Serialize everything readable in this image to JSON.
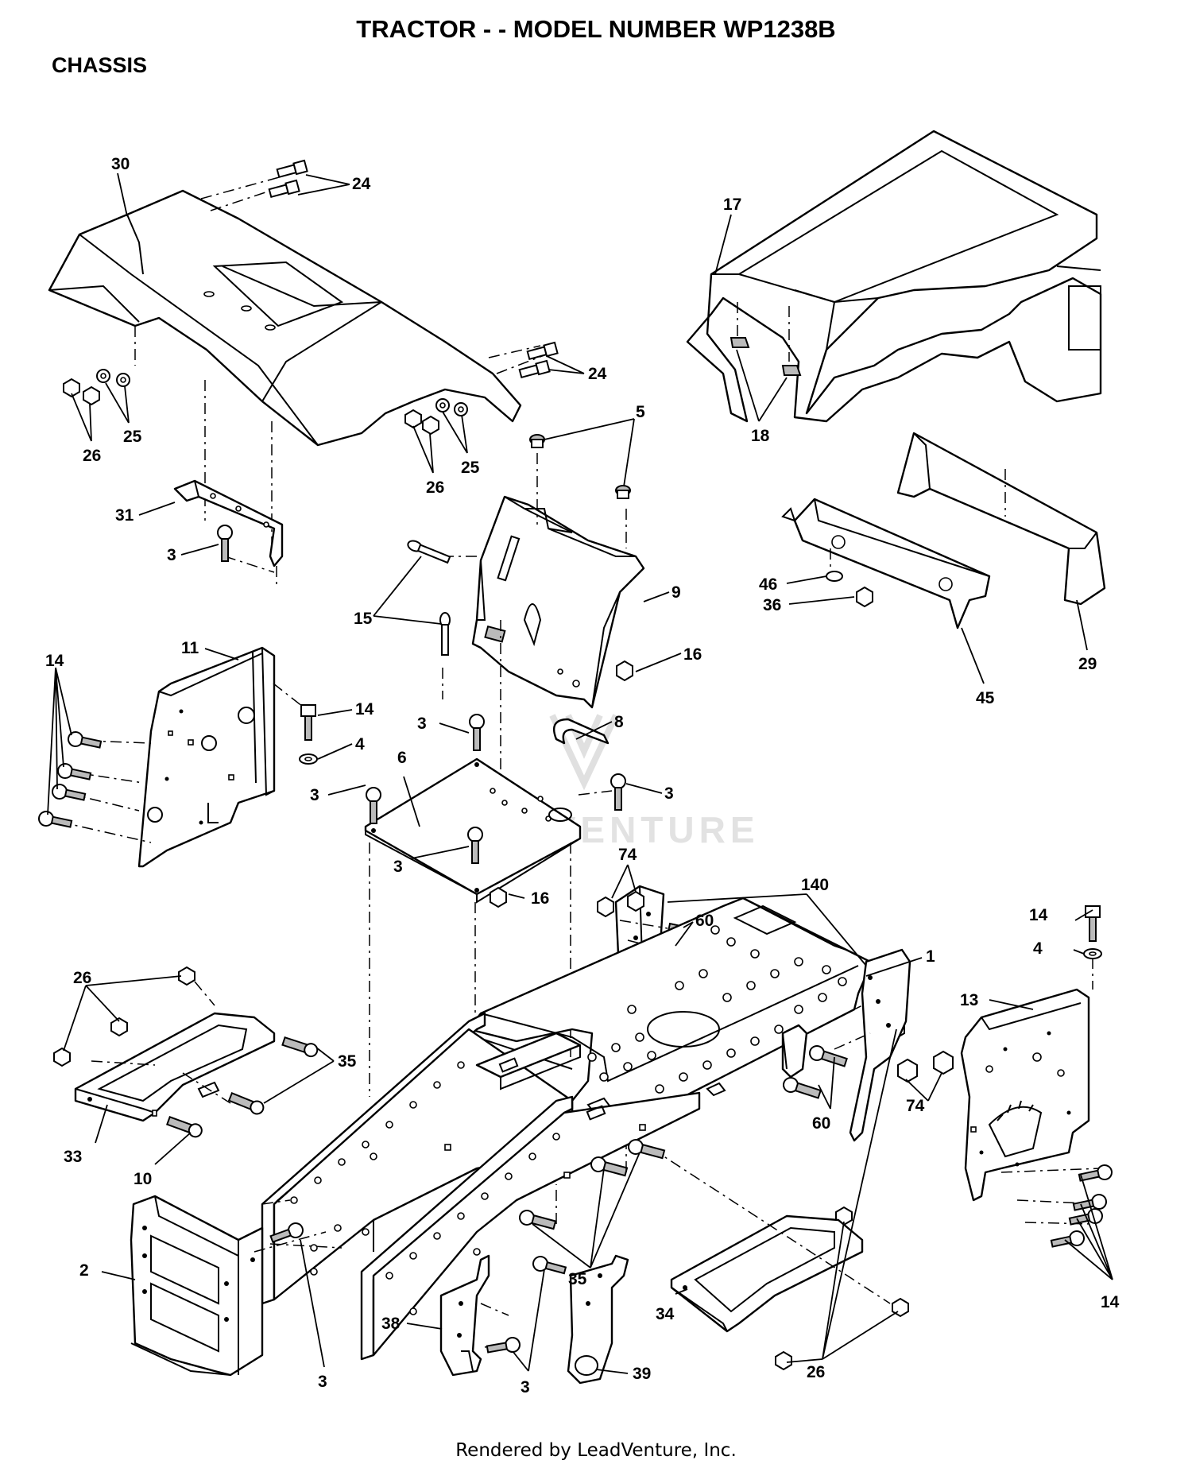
{
  "title": "TRACTOR - - MODEL NUMBER WP1238B",
  "subtitle": "CHASSIS",
  "watermark": "LEADVENTURE",
  "footer": "Rendered by LeadVenture, Inc.",
  "callouts": {
    "p30": "30",
    "p24a": "24",
    "p24b": "24",
    "p17": "17",
    "p18": "18",
    "p25a": "25",
    "p26a": "26",
    "p25b": "25",
    "p26b": "26",
    "p5": "5",
    "p31": "31",
    "p3a": "3",
    "p9": "9",
    "p15": "15",
    "p46": "46",
    "p36": "36",
    "p29": "29",
    "p45": "45",
    "p16a": "16",
    "p14a": "14",
    "p11": "11",
    "p14b": "14",
    "p4a": "4",
    "p3b": "3",
    "p8": "8",
    "p6": "6",
    "p3c": "3",
    "p3d": "3",
    "p3e": "3",
    "p16b": "16",
    "p74a": "74",
    "p140": "140",
    "p60a": "60",
    "p1": "1",
    "p14c": "14",
    "p4b": "4",
    "p13": "13",
    "p26c": "26",
    "p35a": "35",
    "p60b": "60",
    "p74b": "74",
    "p33": "33",
    "p10": "10",
    "p2": "2",
    "p35b": "35",
    "p14d": "14",
    "p34": "34",
    "p38": "38",
    "p3f": "3",
    "p39": "39",
    "p26d": "26",
    "p3g": "3"
  }
}
